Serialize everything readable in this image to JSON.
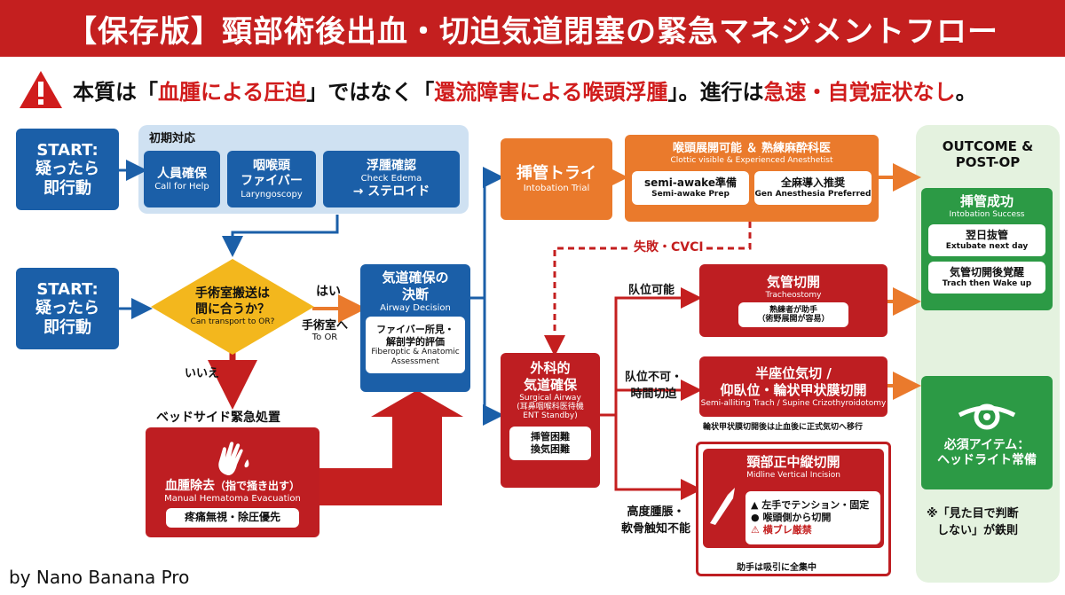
{
  "title": "【保存版】頸部術後出血・切迫気道閉塞の緊急マネジメントフロー",
  "warning": {
    "p1": "本質は「",
    "r1": "血腫による圧迫",
    "p2": "」ではなく「",
    "r2": "還流障害による喉頭浮腫",
    "p3": "」。進行は",
    "r3": "急速・自覚症状なし",
    "p4": "。"
  },
  "start1": {
    "line1": "START:",
    "line2": "疑ったら",
    "line3": "即行動"
  },
  "start2": {
    "line1": "START:",
    "line2": "疑ったら",
    "line3": "即行動"
  },
  "initial": {
    "header": "初期対応",
    "staff": {
      "jp": "人員確保",
      "en": "Call for Help"
    },
    "laryngo": {
      "jp1": "咽喉頭",
      "jp2": "ファイバー",
      "en": "Laryngoscopy"
    },
    "edema": {
      "jp": "浮腫確認",
      "en": "Check Edema",
      "steroid": "→ ステロイド"
    }
  },
  "decision_or": {
    "jp1": "手術室搬送は",
    "jp2": "間に合うか？",
    "en": "Can transport to OR?"
  },
  "yes_label": "はい",
  "to_or": {
    "jp": "手術室へ",
    "en": "To OR"
  },
  "no_label": "いいえ",
  "bedside_label": "ベッドサイド緊急処置",
  "hematoma": {
    "jp": "血腫除去",
    "paren": "（指で掻き出す）",
    "en": "Manual Hematoma Evacuation",
    "note": "疼痛無視・除圧優先"
  },
  "airway_decision": {
    "jp1": "気道確保の",
    "jp2": "決断",
    "en": "Airway Decision",
    "sub1": "ファイバー所見・",
    "sub2": "解剖学的評価",
    "sub_en1": "Fiberoptic & Anatomic",
    "sub_en2": "Assessment"
  },
  "intubation_try": {
    "jp": "挿管トライ",
    "en": "Intobation Trial"
  },
  "glottis": {
    "jp": "喉頭展開可能 ＆ 熟練麻酔科医",
    "en": "Clottic visible & Experienced Anesthetist"
  },
  "semi_awake": {
    "jp": "semi-awake準備",
    "en": "Semi-awake Prep"
  },
  "general": {
    "jp": "全麻導入推奨",
    "en": "Gen Anesthesia Preferred"
  },
  "fail_label": "失敗・CVCI",
  "surgical": {
    "jp1": "外科的",
    "jp2": "気道確保",
    "en": "Surgical Airway",
    "en2": "(耳鼻咽喉科医待機",
    "en3": "ENT Standby)",
    "note1": "挿管困難",
    "note2": "換気困難"
  },
  "branch1": "队位可能",
  "branch2a": "队位不可・",
  "branch2b": "時間切迫",
  "branch3a": "高度腫脹・",
  "branch3b": "軟骨触知不能",
  "tracheostomy": {
    "jp": "気管切開",
    "en": "Tracheostomy",
    "note1": "熟練者が助手",
    "note2": "（術野展開が容易）"
  },
  "semi_sitting": {
    "jp1": "半座位気切 /",
    "jp2": "仰臥位・輪状甲状膜切開",
    "en": "Semi-alliting Trach / Supine Crizothyroidotomy"
  },
  "cricothyroid_note": "輪状甲状膜切開後は止血後に正式気切へ移行",
  "midline": {
    "jp": "頸部正中縦切開",
    "en": "Midline Vertical Incision",
    "i1": "左手でテンション・固定",
    "i2": "喉頭側から切開",
    "i3": "横ブレ厳禁",
    "footer": "助手は吸引に全集中"
  },
  "outcome": {
    "header1": "OUTCOME &",
    "header2": "POST-OP",
    "success": {
      "jp": "挿管成功",
      "en": "Intobation Success"
    },
    "extubate": {
      "jp": "翌日抜管",
      "en": "Extubate next day"
    },
    "trach_wake": {
      "jp": "気管切開後覚醒",
      "en": "Trach then Wake up"
    },
    "item1": "必須アイテム：",
    "item2": "ヘッドライト常備",
    "rule1": "※「見た目で判断",
    "rule2": "しない」が鉄則"
  },
  "footer": "by Nano Banana Pro",
  "colors": {
    "red": "#c41f1f",
    "blue": "#1b5fa8",
    "orange": "#ea7a2c",
    "green": "#2c9a45",
    "yellow": "#f3b71d"
  }
}
